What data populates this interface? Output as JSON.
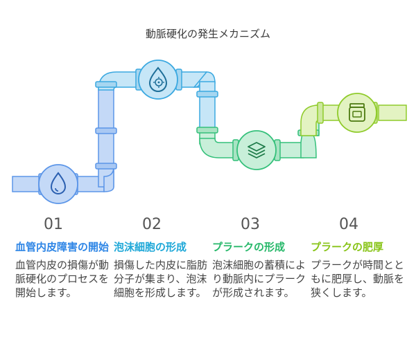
{
  "title": "動脈硬化の発生メカニズム",
  "steps": [
    {
      "number": "01",
      "title": "血管内皮障害の開始",
      "description": "血管内皮の損傷が動脈硬化のプロセスを開始します。",
      "color": "#2f86e6",
      "icon": "water-drop-icon"
    },
    {
      "number": "02",
      "title": "泡沫細胞の形成",
      "description": "損傷した内皮に脂肪分子が集まり、泡沫細胞を形成します。",
      "color": "#1fa8d8",
      "icon": "bacteria-drop-icon"
    },
    {
      "number": "03",
      "title": "プラークの形成",
      "description": "泡沫細胞の蓄積により動脈内にプラークが形成されます。",
      "color": "#27b86a",
      "icon": "layers-icon"
    },
    {
      "number": "04",
      "title": "プラークの肥厚",
      "description": "プラークが時間とともに肥厚し、動脈を狭くします。",
      "color": "#88c418",
      "icon": "jar-icon"
    }
  ],
  "colors": {
    "pipe_blue": "#c4d9f7",
    "pipe_blue_stroke": "#5b95e8",
    "pipe_cyan": "#c6e6f7",
    "pipe_cyan_stroke": "#3aa8e0",
    "pipe_green": "#c8efd9",
    "pipe_green_stroke": "#34c07a",
    "pipe_lime": "#e3f3c2",
    "pipe_lime_stroke": "#8fcb2a"
  }
}
